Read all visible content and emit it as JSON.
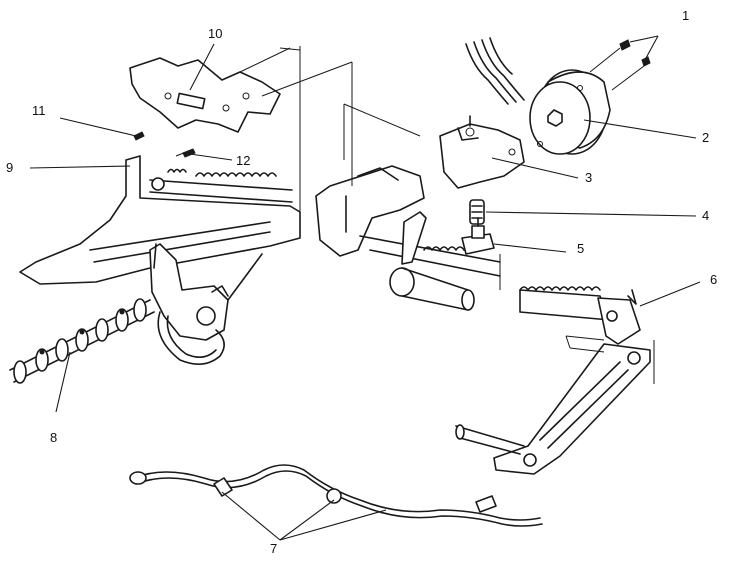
{
  "callouts": [
    {
      "id": "1",
      "label": "1"
    },
    {
      "id": "2",
      "label": "2"
    },
    {
      "id": "3",
      "label": "3"
    },
    {
      "id": "4",
      "label": "4"
    },
    {
      "id": "5",
      "label": "5"
    },
    {
      "id": "6",
      "label": "6"
    },
    {
      "id": "7",
      "label": "7"
    },
    {
      "id": "8",
      "label": "8"
    },
    {
      "id": "9",
      "label": "9"
    },
    {
      "id": "10",
      "label": "10"
    },
    {
      "id": "11",
      "label": "11"
    },
    {
      "id": "12",
      "label": "12"
    }
  ],
  "colors": {
    "ink": "#1a1a1a",
    "background": "#ffffff"
  }
}
